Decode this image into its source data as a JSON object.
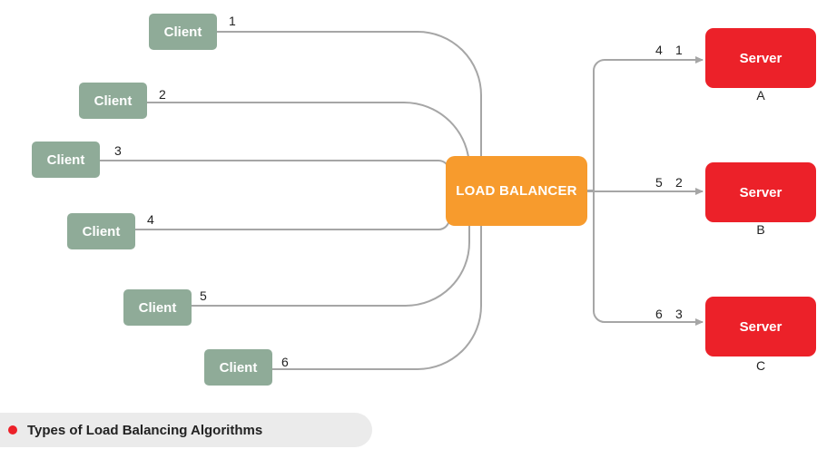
{
  "clients": [
    {
      "label": "Client",
      "number": "1"
    },
    {
      "label": "Client",
      "number": "2"
    },
    {
      "label": "Client",
      "number": "3"
    },
    {
      "label": "Client",
      "number": "4"
    },
    {
      "label": "Client",
      "number": "5"
    },
    {
      "label": "Client",
      "number": "6"
    }
  ],
  "load_balancer": {
    "label": "LOAD BALANCER"
  },
  "servers": [
    {
      "label": "Server",
      "name": "A",
      "requests": [
        "4",
        "1"
      ]
    },
    {
      "label": "Server",
      "name": "B",
      "requests": [
        "5",
        "2"
      ]
    },
    {
      "label": "Server",
      "name": "C",
      "requests": [
        "6",
        "3"
      ]
    }
  ],
  "footer": {
    "text": "Types of Load Balancing Algorithms"
  },
  "colors": {
    "client": "#8fab98",
    "load_balancer": "#f79b2d",
    "server": "#ec2129",
    "connector": "#a6a6a6",
    "footer_bg": "#ebebeb",
    "footer_dot": "#ec2129"
  }
}
